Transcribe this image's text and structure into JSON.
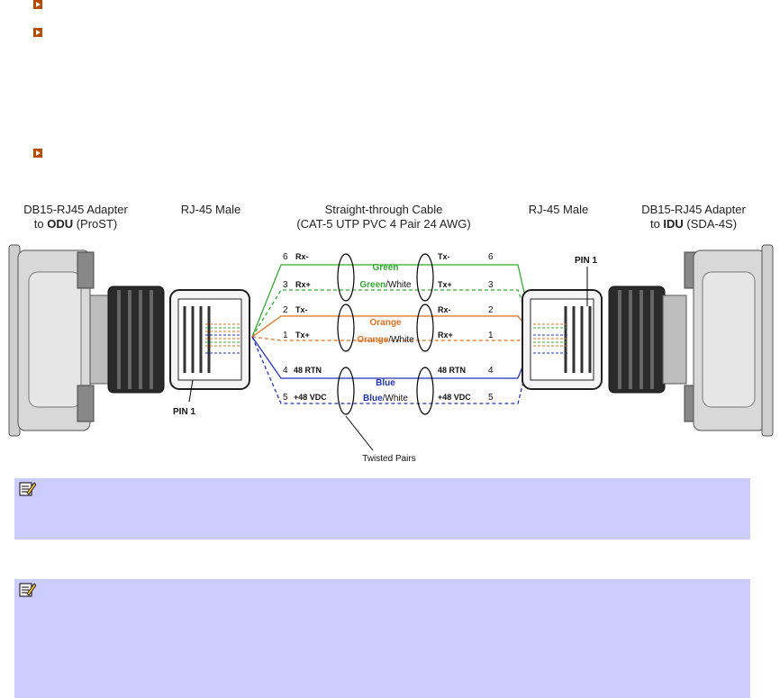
{
  "colors": {
    "bullet": "#b84a00",
    "note_background": "#ccccff",
    "green": "#33aa33",
    "orange": "#e07020",
    "blue": "#2233bb"
  },
  "bullets": [
    {
      "icon": "bullet-arrow-icon"
    },
    {
      "icon": "bullet-arrow-icon"
    },
    {
      "icon": "bullet-arrow-icon"
    }
  ],
  "diagram": {
    "left_adapter": {
      "line1": "DB15-RJ45 Adapter",
      "prefix": "to ",
      "bold": "ODU",
      "suffix": " (ProST)"
    },
    "left_jack": "RJ-45 Male",
    "cable": {
      "line1": "Straight-through Cable",
      "line2": "(CAT-5 UTP PVC 4 Pair 24 AWG)"
    },
    "right_jack": "RJ-45 Male",
    "right_adapter": {
      "line1": "DB15-RJ45 Adapter",
      "prefix": "to ",
      "bold": "IDU",
      "suffix": " (SDA-4S)"
    },
    "wires": [
      {
        "num": "6",
        "left": "Rx-",
        "right": "Tx-",
        "rnum": "6"
      },
      {
        "num": "3",
        "left": "Rx+",
        "right": "Tx+",
        "rnum": "3"
      },
      {
        "num": "2",
        "left": "Tx-",
        "right": "Rx-",
        "rnum": "2"
      },
      {
        "num": "1",
        "left": "Tx+",
        "right": "Rx+",
        "rnum": "1"
      },
      {
        "num": "4",
        "left": "48 RTN",
        "right": "48 RTN",
        "rnum": "4"
      },
      {
        "num": "5",
        "left": "+48 VDC",
        "right": "+48 VDC",
        "rnum": "5"
      }
    ],
    "pairs": [
      {
        "name": "Green",
        "note_bold": "Green",
        "note_rest": "/White"
      },
      {
        "name": "Orange",
        "note_bold": "Orange",
        "note_rest": "/White"
      },
      {
        "name": "Blue",
        "note_bold": "Blue",
        "note_rest": "/White"
      }
    ],
    "pin_left": "PIN 1",
    "pin_right": "PIN 1",
    "twisted_pairs": "Twisted Pairs"
  },
  "notes": [
    {
      "icon": "note-pencil-icon"
    },
    {
      "icon": "note-pencil-icon"
    }
  ]
}
